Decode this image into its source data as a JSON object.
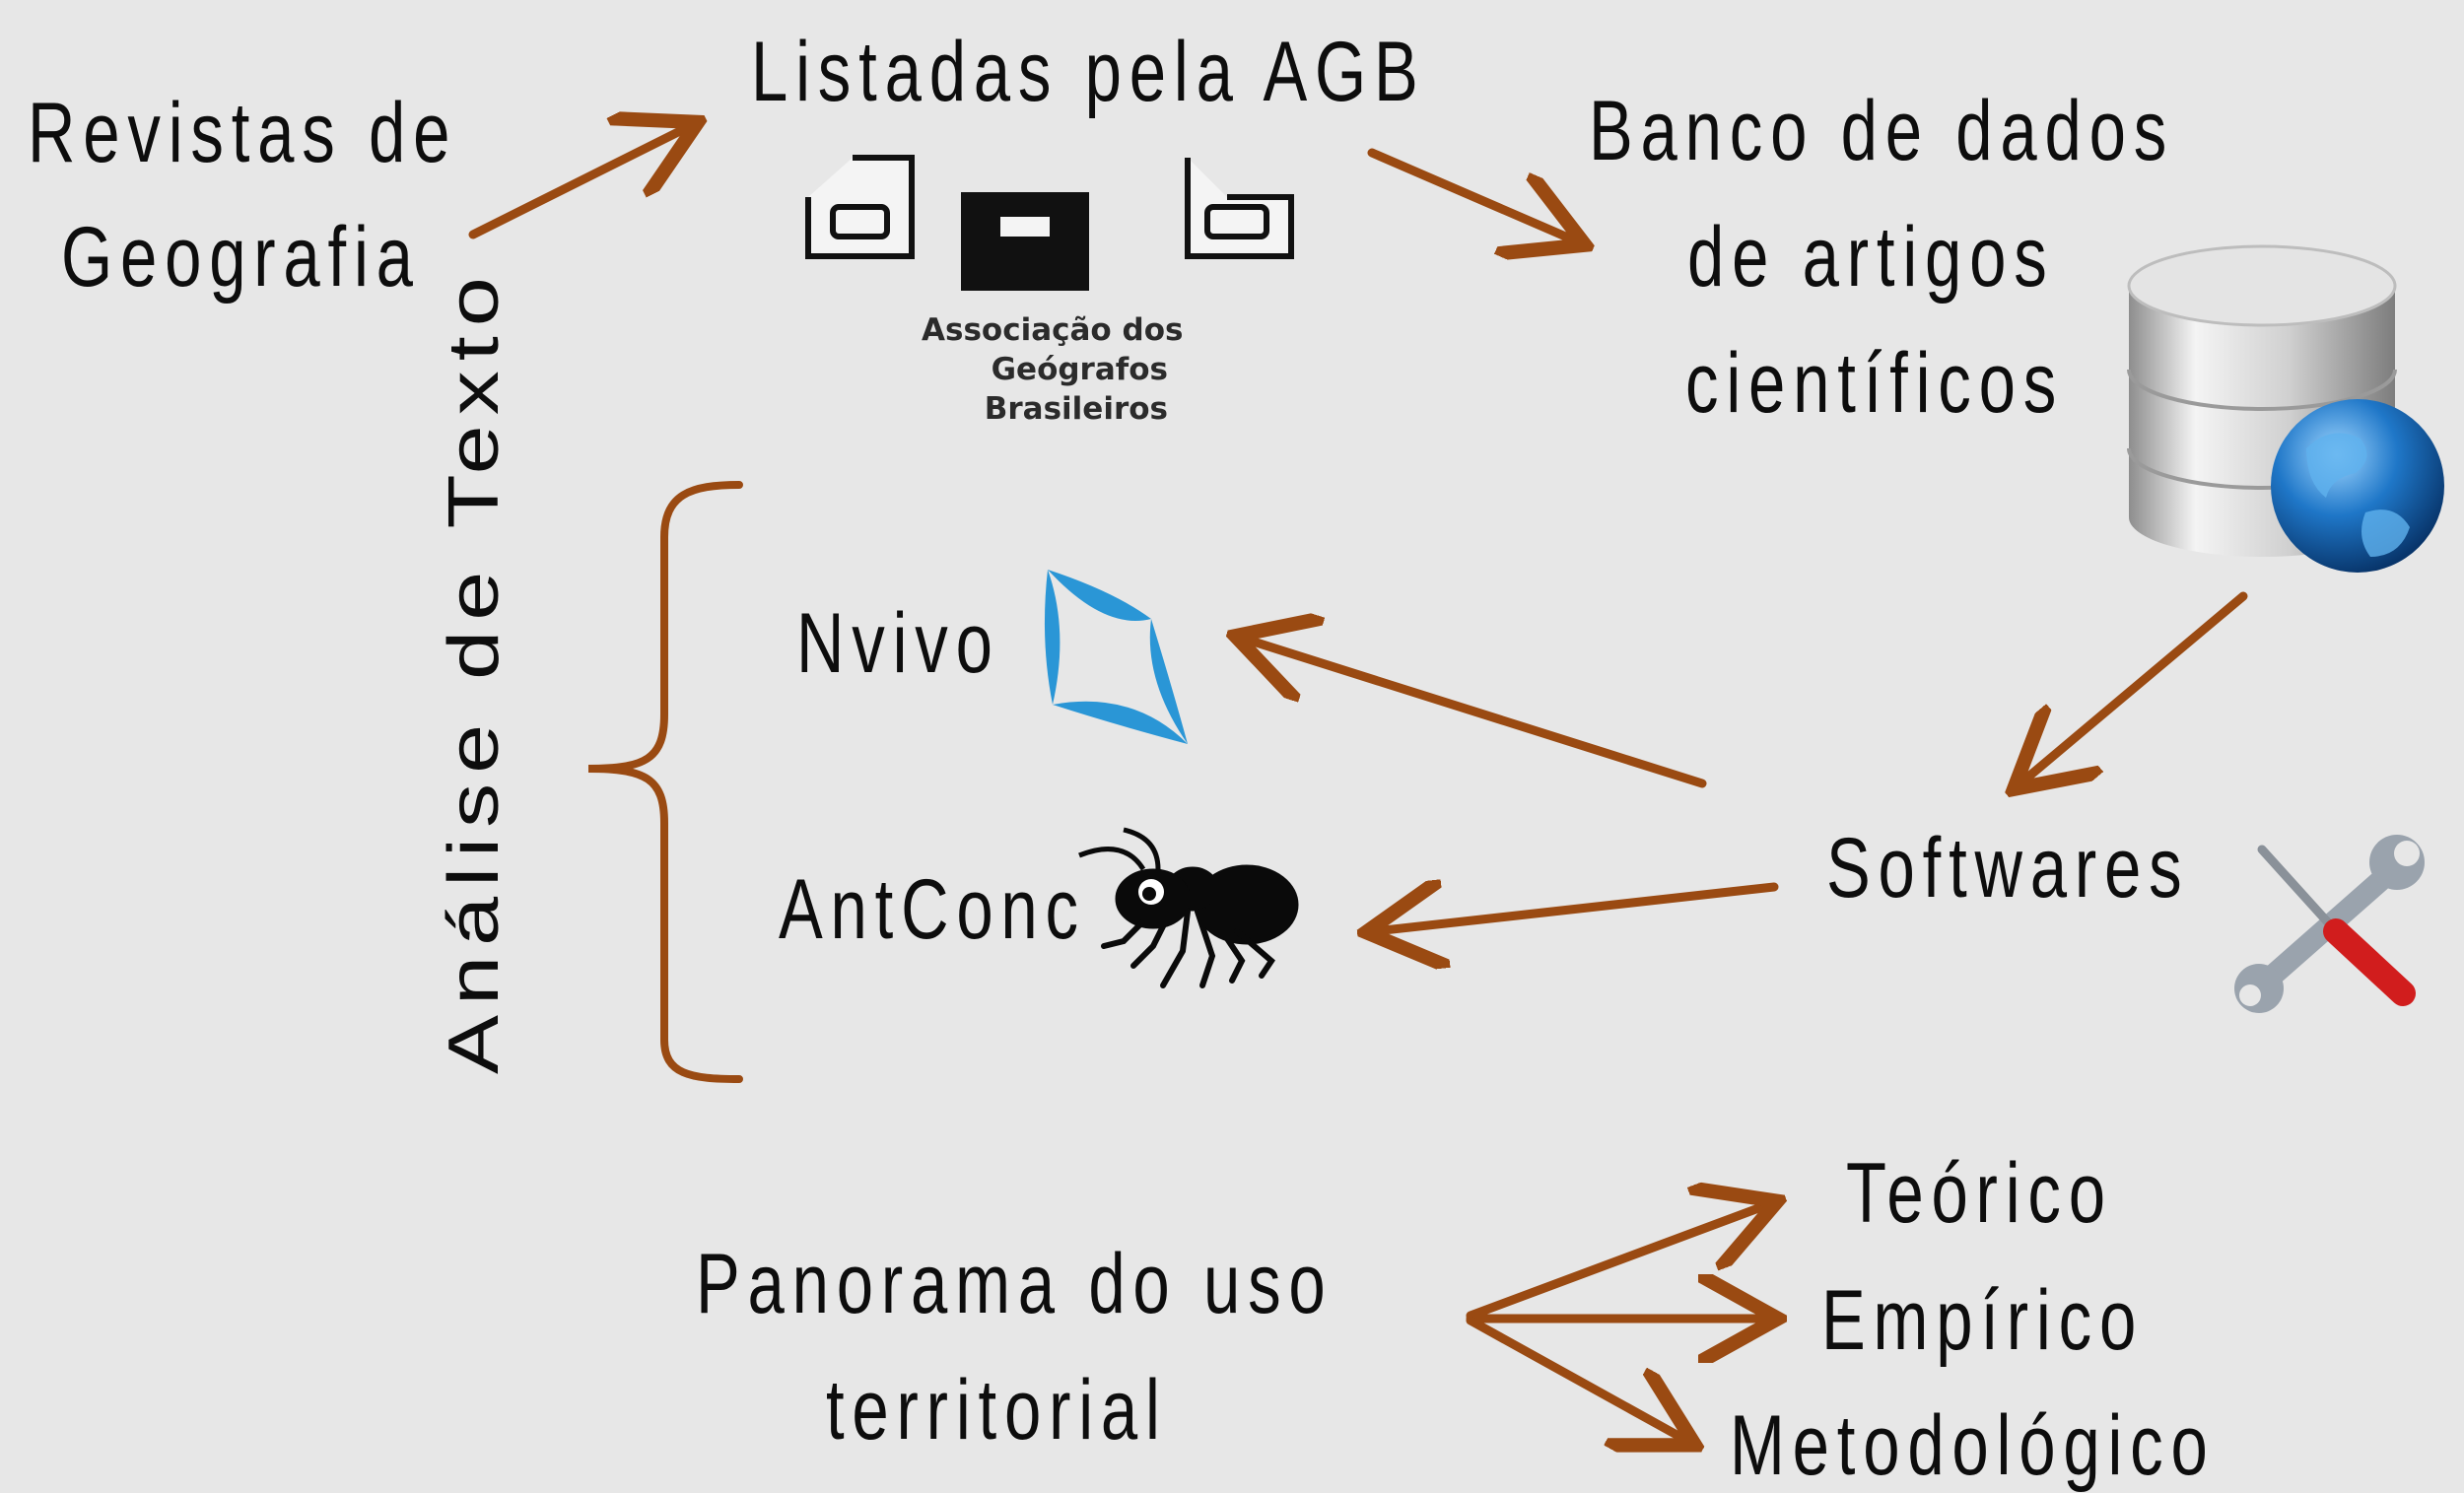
{
  "nodes": {
    "revistas": [
      "Revistas de",
      "Geografia"
    ],
    "listadas": "Listadas pela AGB",
    "agb_logo": {
      "mark": "agb",
      "lines": [
        "Associação dos",
        "Geógrafos",
        "Brasileiros"
      ]
    },
    "banco": [
      "Banco de dados",
      "de artigos",
      "científicos"
    ],
    "analise": "Análise de Texto",
    "nvivo": "Nvivo",
    "antconc": "AntConc",
    "softwares": "Softwares",
    "panorama": [
      "Panorama do uso",
      "territorial"
    ],
    "outcomes": [
      "Teórico",
      "Empírico",
      "Metodológico"
    ]
  },
  "icons": [
    "database-globe-icon",
    "nvivo-logo-icon",
    "ant-icon",
    "wrench-screwdriver-icon"
  ],
  "colors": {
    "arrow": "#9a4a12",
    "background": "#e7e7e7",
    "text": "#0d0d0d"
  }
}
